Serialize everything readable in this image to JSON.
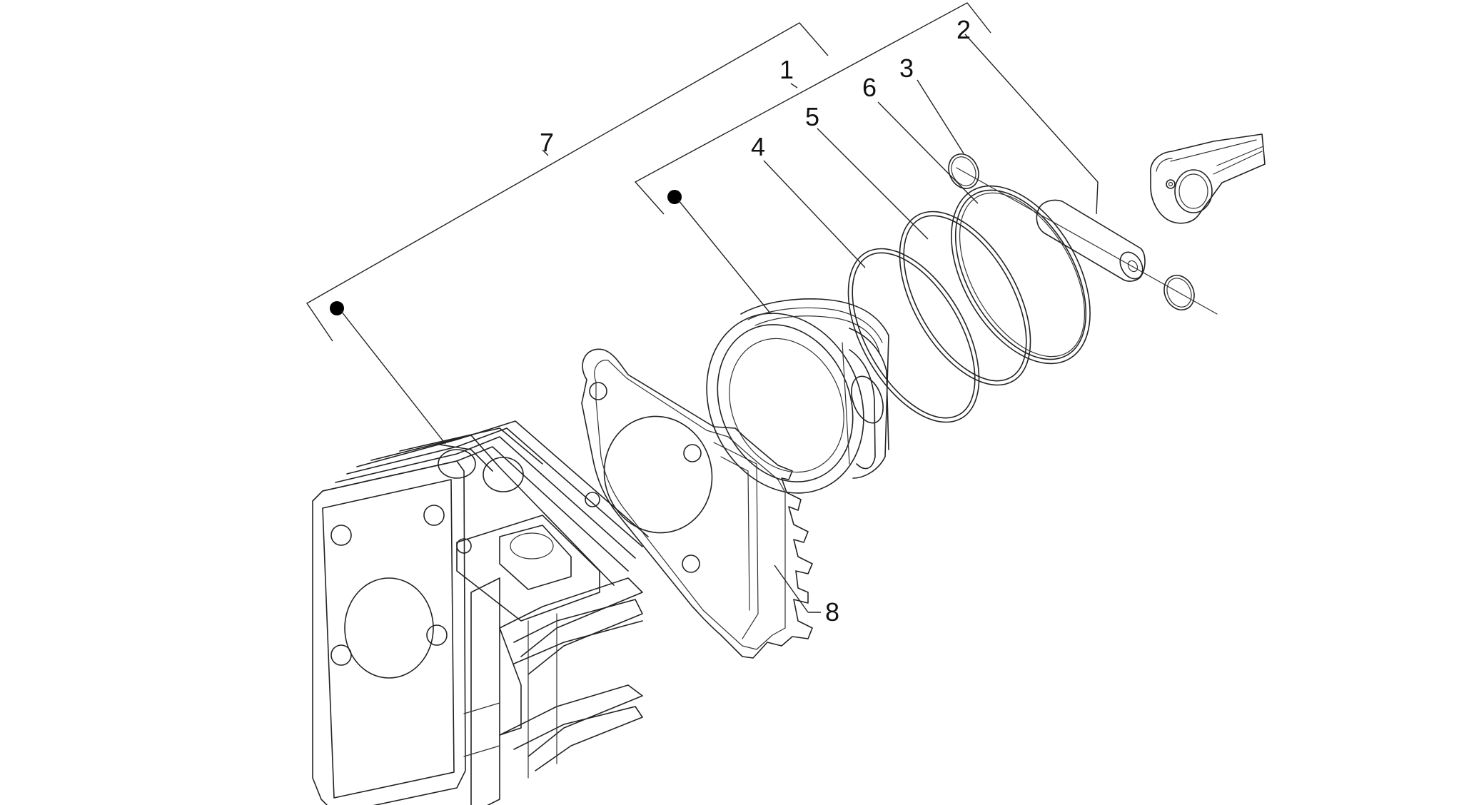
{
  "diagram": {
    "callouts": [
      {
        "id": "c1",
        "label": "1"
      },
      {
        "id": "c2",
        "label": "2"
      },
      {
        "id": "c3",
        "label": "3"
      },
      {
        "id": "c4",
        "label": "4"
      },
      {
        "id": "c5",
        "label": "5"
      },
      {
        "id": "c6",
        "label": "6"
      },
      {
        "id": "c7",
        "label": "7"
      },
      {
        "id": "c8",
        "label": "8"
      }
    ],
    "parts": [
      {
        "id": "cylinder",
        "icon": "cylinder-icon"
      },
      {
        "id": "gasket",
        "icon": "gasket-icon"
      },
      {
        "id": "piston",
        "icon": "piston-icon"
      },
      {
        "id": "ring-4",
        "icon": "ring-icon"
      },
      {
        "id": "ring-5",
        "icon": "ring-icon"
      },
      {
        "id": "ring-6",
        "icon": "ring-icon"
      },
      {
        "id": "piston-pin",
        "icon": "pin-icon"
      },
      {
        "id": "circlip-upper",
        "icon": "circlip-icon"
      },
      {
        "id": "circlip-lower",
        "icon": "circlip-icon"
      },
      {
        "id": "connecting-rod",
        "icon": "connecting-rod-icon"
      }
    ],
    "colors": {
      "line": "#222222",
      "background": "#ffffff"
    }
  }
}
